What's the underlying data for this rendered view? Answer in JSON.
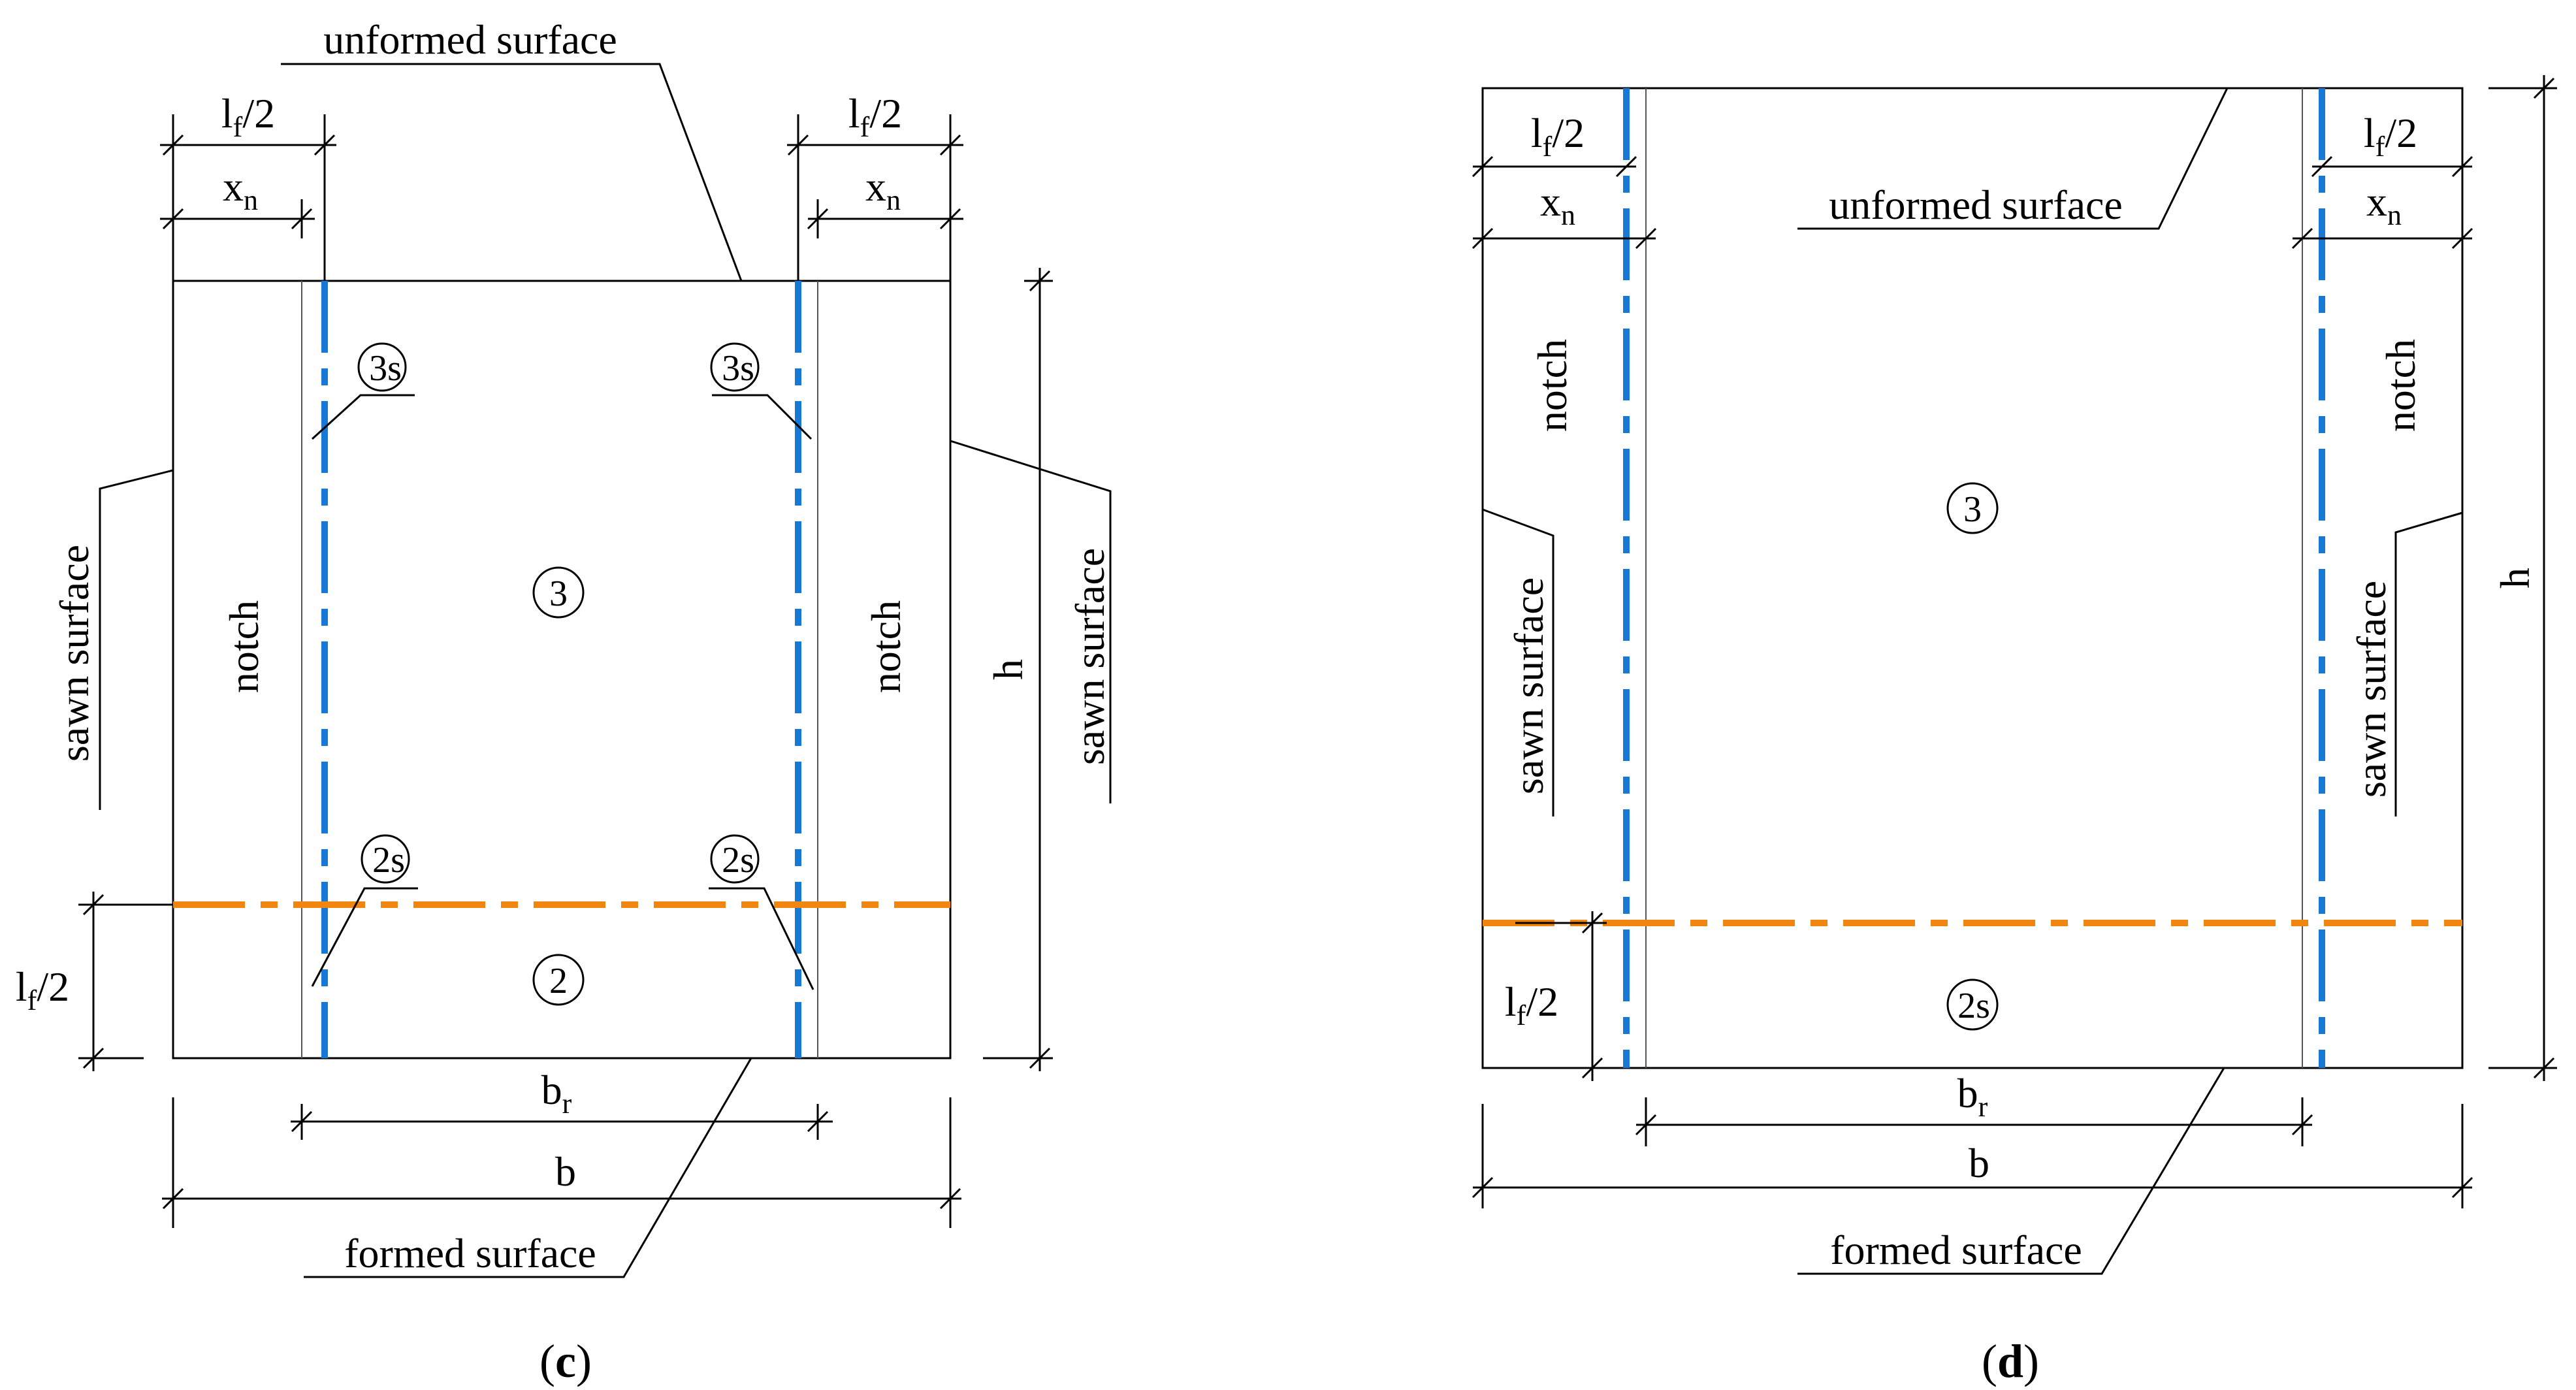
{
  "panel_c": {
    "caption_open": "(",
    "caption_letter": "c",
    "caption_close": ")",
    "unformed": "unformed surface",
    "formed": "formed surface",
    "sawn_left": "sawn surface",
    "sawn_right": "sawn surface",
    "notch_left": "notch",
    "notch_right": "notch",
    "zone_3": "3",
    "zone_2": "2",
    "zone_3s_left": "3s",
    "zone_3s_right": "3s",
    "zone_2s_left": "2s",
    "zone_2s_right": "2s",
    "lf_main": "l",
    "lf_sub": "f",
    "lf_tail": "/2",
    "xn_main": "x",
    "xn_sub": "n",
    "br_main": "b",
    "br_sub": "r",
    "b": "b",
    "h": "h"
  },
  "panel_d": {
    "caption_open": "(",
    "caption_letter": "d",
    "caption_close": ")",
    "unformed": "unformed surface",
    "formed": "formed surface",
    "sawn_left": "sawn surface",
    "sawn_right": "sawn surface",
    "notch_left": "notch",
    "notch_right": "notch",
    "zone_3": "3",
    "zone_2s": "2s",
    "lf_main": "l",
    "lf_sub": "f",
    "lf_tail": "/2",
    "xn_main": "x",
    "xn_sub": "n",
    "br_main": "b",
    "br_sub": "r",
    "b": "b",
    "h": "h"
  },
  "colors": {
    "fibre_axis_vertical": "#1878d6",
    "fibre_axis_horizontal": "#f08510",
    "lines": "#000000"
  }
}
